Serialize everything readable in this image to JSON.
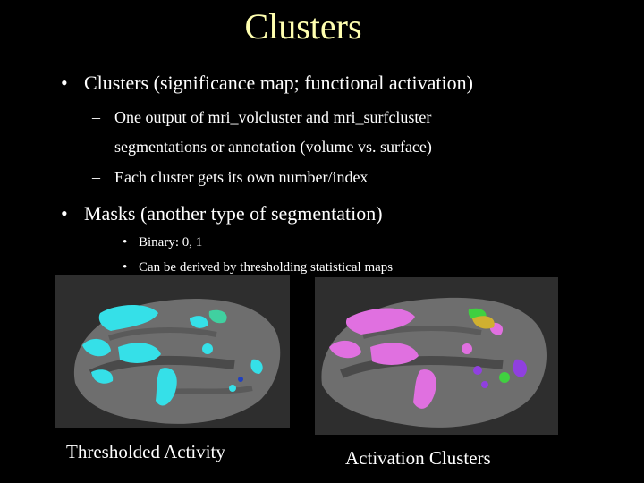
{
  "slide": {
    "title": "Clusters",
    "bullets": [
      {
        "text": "Clusters (significance map; functional activation)",
        "marker": "•",
        "sub": [
          {
            "marker": "–",
            "text": "One output of mri_volcluster and mri_surfcluster"
          },
          {
            "marker": "–",
            "text": "segmentations or annotation (volume vs. surface)"
          },
          {
            "marker": "–",
            "text": "Each cluster gets its own number/index"
          }
        ]
      },
      {
        "text": "Masks (another type of segmentation)",
        "marker": "•",
        "sub": [
          {
            "marker": "•",
            "text": "Binary: 0, 1"
          },
          {
            "marker": "•",
            "text": "Can be derived by thresholding statistical maps"
          }
        ]
      }
    ]
  },
  "figures": {
    "left_caption": "Thresholded Activity",
    "right_caption": "Activation Clusters"
  },
  "colors": {
    "title": "#ffffb0",
    "text": "#ffffff",
    "background": "#000000",
    "brain_surface": "#6e6e6e",
    "threshold_overlay": "#35e0e8",
    "cluster_pink": "#e070e0",
    "cluster_green": "#40d040",
    "cluster_purple": "#9040e0",
    "cluster_yellow": "#d0b030"
  }
}
